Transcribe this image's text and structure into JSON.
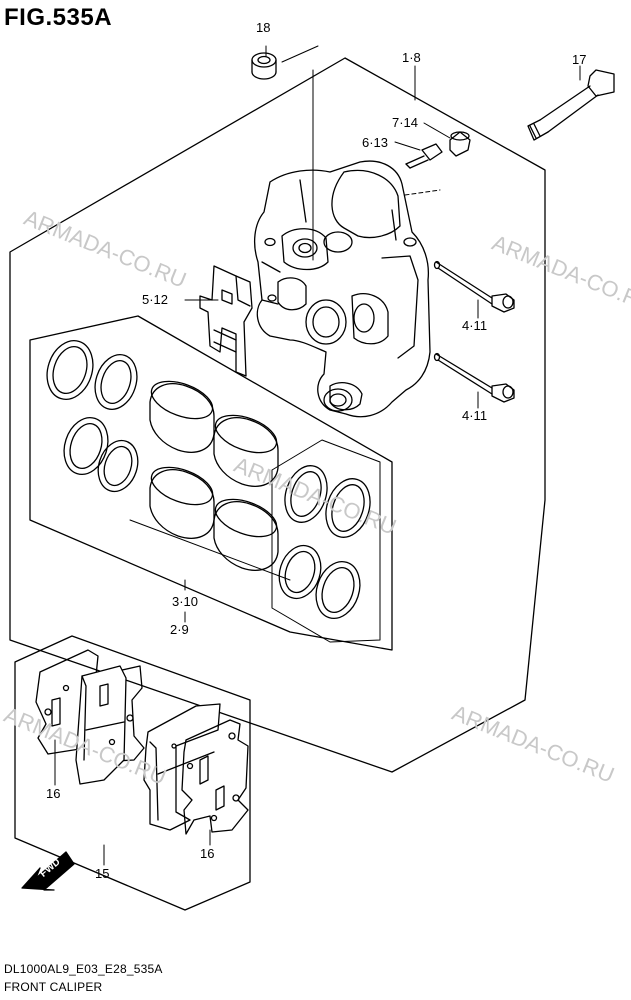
{
  "figure_title": "FIG.535A",
  "footer": {
    "code": "DL1000AL9_E03_E28_535A",
    "name": "FRONT CALIPER"
  },
  "watermark": "ARMADA-CO.RU",
  "direction_label": "FWD",
  "callouts": {
    "c18": "18",
    "c1_8": "1·8",
    "c17": "17",
    "c7_14": "7·14",
    "c6_13": "6·13",
    "c5_12": "5·12",
    "c4_11_top": "4·11",
    "c4_11_bottom": "4·11",
    "c3_10": "3·10",
    "c2_9": "2·9",
    "c16_left": "16",
    "c16_right": "16",
    "c15": "15"
  }
}
